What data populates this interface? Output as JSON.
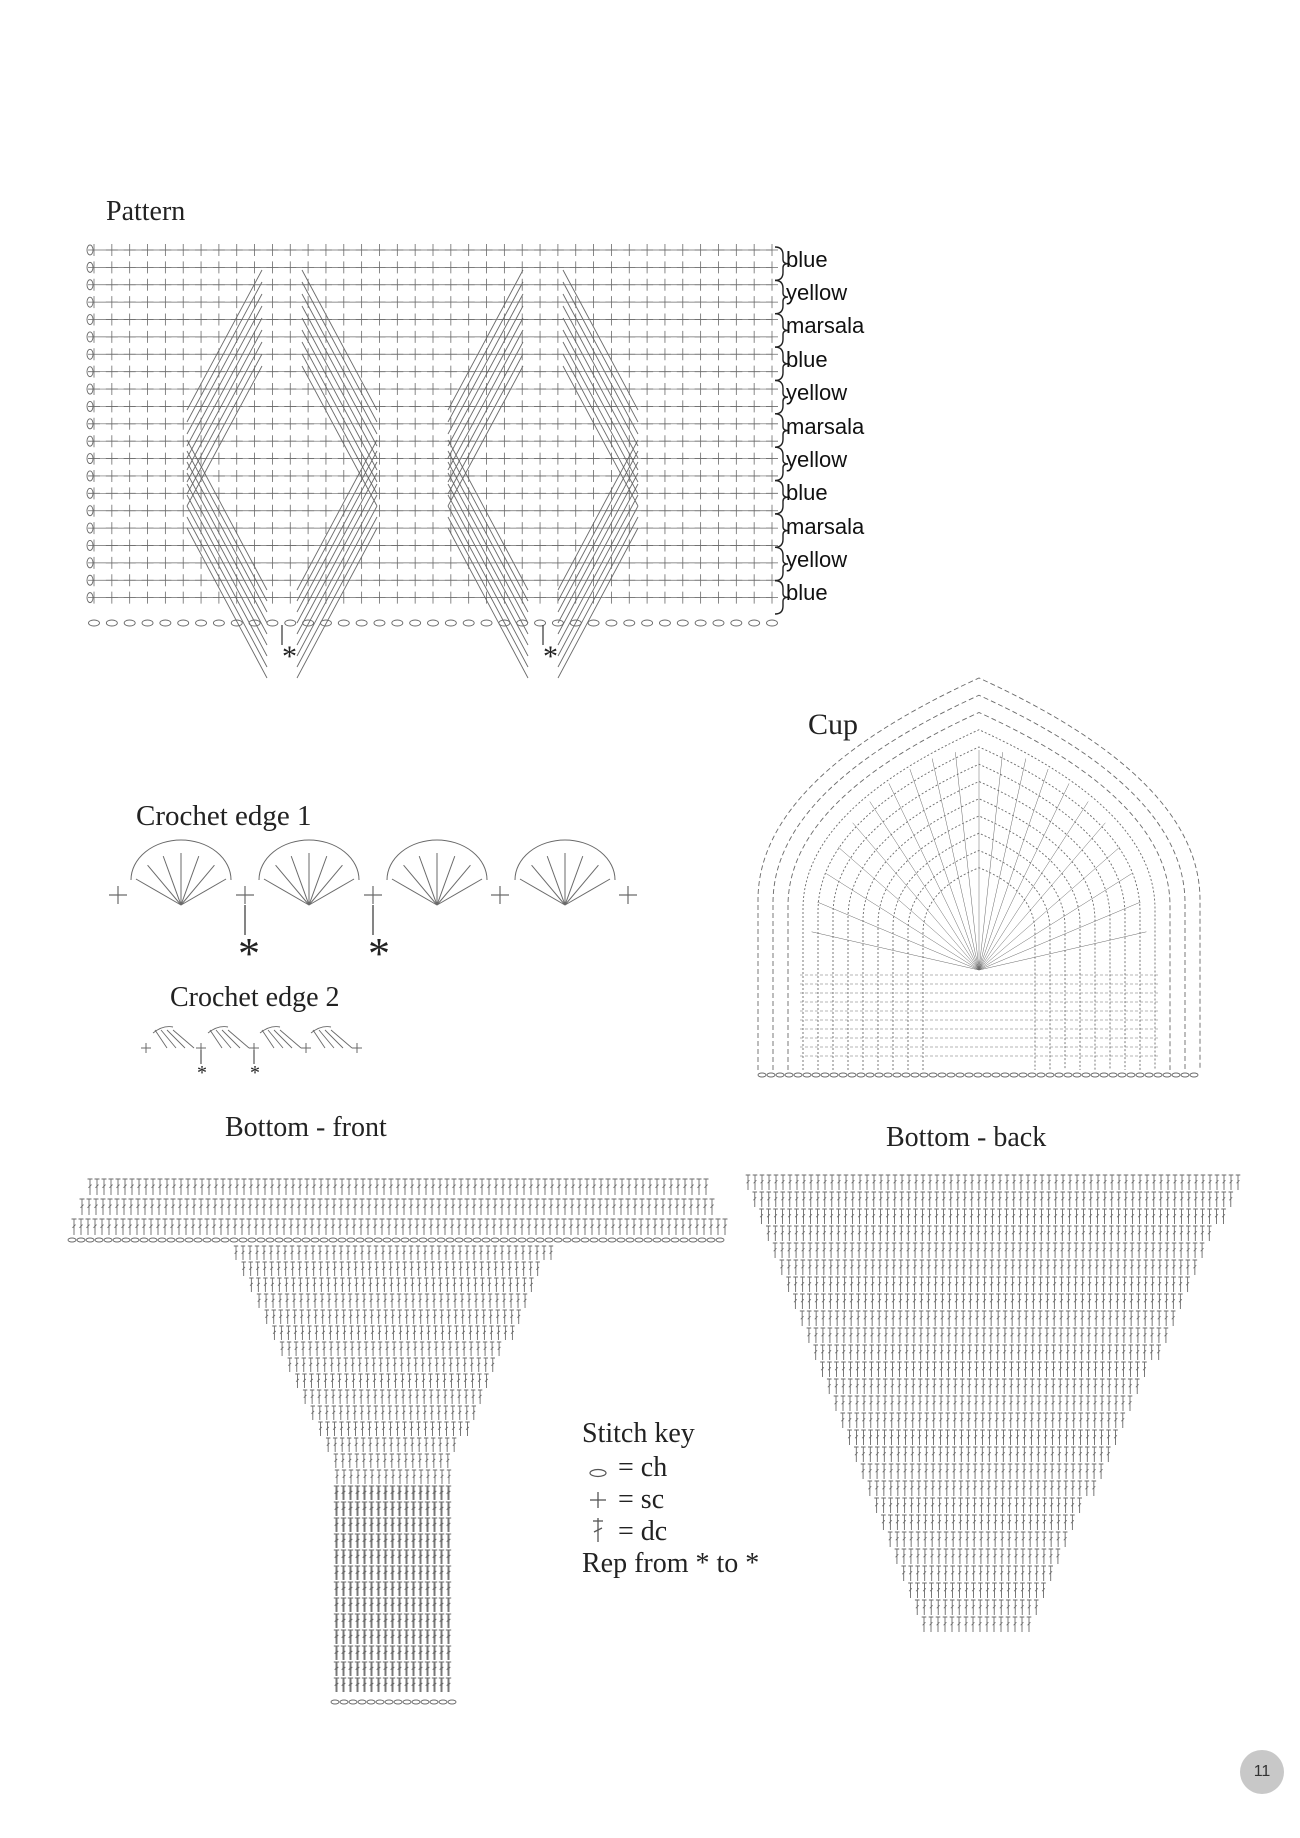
{
  "pattern": {
    "title": "Pattern",
    "stripes": [
      "blue",
      "yellow",
      "marsala",
      "blue",
      "yellow",
      "marsala",
      "yellow",
      "blue",
      "marsala",
      "yellow",
      "blue"
    ],
    "repeat_marks": [
      "*",
      "*"
    ]
  },
  "cup": {
    "title": "Cup"
  },
  "edge1": {
    "title": "Crochet edge 1",
    "repeat_marks": [
      "*",
      "*"
    ]
  },
  "edge2": {
    "title": "Crochet edge 2",
    "repeat_marks": [
      "*",
      "*"
    ]
  },
  "bottom_front": {
    "title": "Bottom - front"
  },
  "bottom_back": {
    "title": "Bottom - back"
  },
  "stitch_key": {
    "title": "Stitch key",
    "items": [
      {
        "symbol": "chain-oval",
        "text": "= ch"
      },
      {
        "symbol": "plus",
        "text": "= sc"
      },
      {
        "symbol": "dc-mark",
        "text": "= dc"
      }
    ],
    "repeat_note": "Rep from * to *"
  },
  "page_number": "11"
}
